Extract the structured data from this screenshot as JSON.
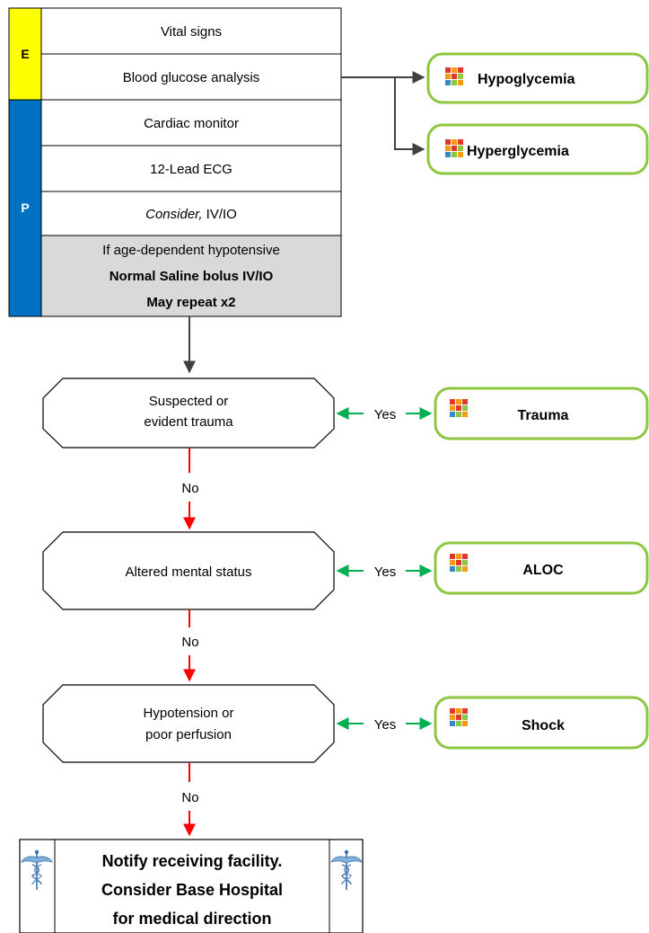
{
  "protocol_box": {
    "sections": [
      {
        "letter": "E",
        "color": "#ffff00"
      },
      {
        "letter": "P",
        "color": "#0070c0"
      }
    ],
    "rows": [
      {
        "text": "Vital signs"
      },
      {
        "text": "Blood glucose analysis"
      },
      {
        "text": "Cardiac monitor"
      },
      {
        "text": "12-Lead ECG"
      },
      {
        "italic_prefix": "Consider,",
        "text": "IV/IO"
      }
    ],
    "final_row": {
      "line1": "If age-dependent hypotensive",
      "line2": "Normal Saline bolus IV/IO",
      "line3": "May repeat x2"
    }
  },
  "glucose_links": [
    {
      "label": "Hypoglycemia"
    },
    {
      "label": "Hyperglycemia"
    }
  ],
  "decisions": [
    {
      "lines": [
        "Suspected or",
        "evident trauma"
      ],
      "yes_label": "Yes",
      "no_label": "No",
      "link": "Trauma"
    },
    {
      "lines": [
        "Altered mental status"
      ],
      "yes_label": "Yes",
      "no_label": "No",
      "link": "ALOC"
    },
    {
      "lines": [
        "Hypotension or",
        "poor perfusion"
      ],
      "yes_label": "Yes",
      "no_label": "No",
      "link": "Shock"
    }
  ],
  "final_box": {
    "line1": "Notify receiving facility.",
    "line2": "Consider Base Hospital",
    "line3": "for medical direction"
  },
  "colors": {
    "link_border": "#8dc63f",
    "yes_arrow": "#00b050",
    "no_arrow": "#ff0000",
    "flow_arrow": "#404040",
    "shaded_row": "#d9d9d9"
  },
  "icons": {
    "protocol_link": "grid-icon",
    "medical": "caduceus-icon"
  }
}
